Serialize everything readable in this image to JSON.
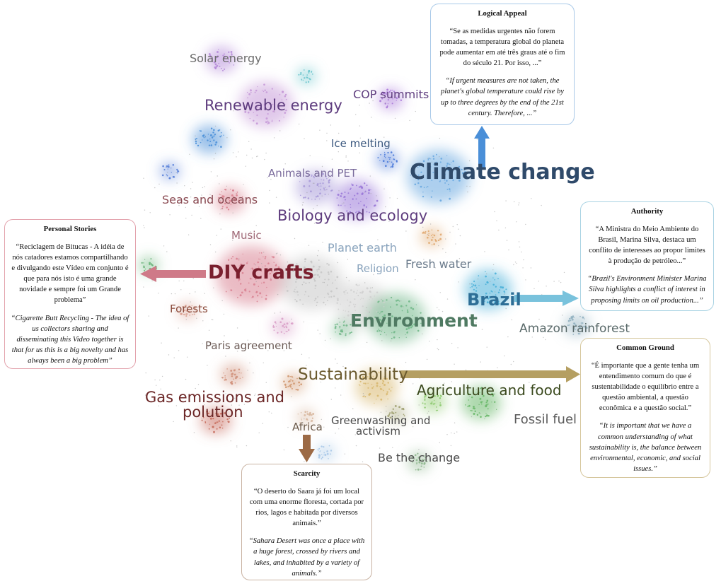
{
  "colors": {
    "climate": "#2f4a6a",
    "climate_arrow": "#4a8fd8",
    "brazil": "#2d6e96",
    "brazil_arrow": "#79c2dc",
    "diy": "#7a1f2e",
    "diy_arrow": "#cf7a88",
    "environment": "#4f7a62",
    "sustainability": "#6b5a2e",
    "sustainability_arrow": "#b59f62",
    "africa_arrow": "#9c6a45",
    "purple": "#5e3c7e",
    "green_dark": "#3b4a1e",
    "gray_label": "#6b6b6b",
    "maroon": "#6b2626",
    "brown": "#5c3420"
  },
  "topics": {
    "solar_energy": "Solar energy",
    "renewable_energy": "Renewable energy",
    "cop_summits": "COP summits",
    "ice_melting": "Ice melting",
    "climate_change": "Climate change",
    "animals_pet": "Animals and PET",
    "seas_oceans": "Seas and oceans",
    "biology_ecology": "Biology and ecology",
    "music": "Music",
    "planet_earth": "Planet earth",
    "diy_crafts": "DIY crafts",
    "religion": "Religion",
    "fresh_water": "Fresh water",
    "brazil": "Brazil",
    "forests": "Forests",
    "environment": "Environment",
    "amazon_rainforest": "Amazon rainforest",
    "paris_agreement": "Paris agreement",
    "sustainability": "Sustainability",
    "gas_emissions_1": "Gas emissions and",
    "gas_emissions_2": "polution",
    "agriculture_food": "Agriculture and food",
    "fossil_fuel": "Fossil fuel",
    "africa": "Africa",
    "greenwashing_1": "Greenwashing and",
    "greenwashing_2": "activism",
    "be_the_change": "Be the change"
  },
  "boxes": {
    "logical": {
      "title": "Logical Appeal",
      "quote": "“Se as medidas urgentes não forem tomadas, a temperatura global do planeta pode aumentar em até três graus até o fim do século 21. Por isso, ...”",
      "english": "“If urgent measures are not taken, the planet's global temperature could rise by up to three degrees by the end of the 21st century. Therefore, ...”"
    },
    "authority": {
      "title": "Authority",
      "quote": "“A Ministra do Meio Ambiente do Brasil, Marina Silva, destaca um conflito de interesses ao propor limites à produção de petróleo...”",
      "english": "“Brazil's Environment Minister Marina Silva highlights a conflict of interest in proposing limits on oil production...”"
    },
    "personal": {
      "title": "Personal Stories",
      "quote": "“Reciclagem de Bitucas - A idéia de nós catadores estamos compartilhando e divulgando este Vídeo em conjunto é que para nós isto é uma grande novidade e sempre foi um Grande problema”",
      "english": "“Cigarette Butt Recycling - The idea of us collectors sharing and disseminating this Video together is that for us this is a big novelty and has always been a big problem”"
    },
    "common": {
      "title": "Common Ground",
      "quote": "“É importante que a gente tenha um entendimento comum do que é sustentabilidade o equilíbrio entre a questão ambiental, a questão econômica e a questão social.”",
      "english": "“It is important that we have a common understanding of what sustainability is, the balance between environmental, economic, and social issues.”"
    },
    "scarcity": {
      "title": "Scarcity",
      "quote": "“O deserto do Saara já foi um local com uma enorme floresta, cortada por rios, lagos e habitada por diversos animais.”",
      "english": "“Sahara Desert was once a place with a huge forest, crossed by rivers and lakes, and inhabited by a variety of animals.”"
    }
  }
}
